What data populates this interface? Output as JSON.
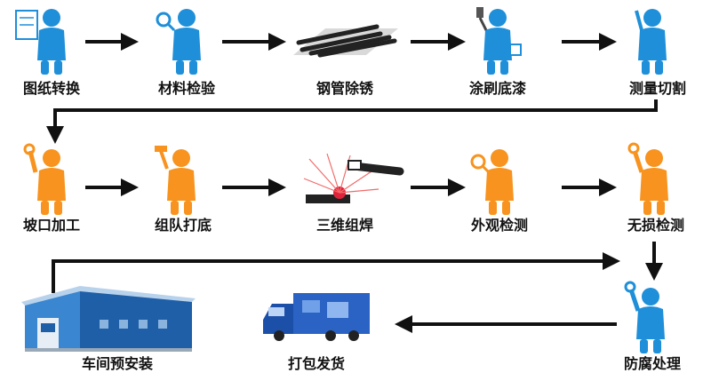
{
  "colors": {
    "blue_worker": "#1e8fd8",
    "orange_worker": "#f7931e",
    "arrow": "#111111",
    "building": "#2f6fb6",
    "truck": "#1c4fa8"
  },
  "steps": [
    {
      "label": "图纸转换",
      "icon": "worker-with-drawing-icon",
      "color": "blue"
    },
    {
      "label": "材料检验",
      "icon": "worker-with-magnifier-icon",
      "color": "blue"
    },
    {
      "label": "钢管除锈",
      "icon": "steel-pipes-icon",
      "color": "none"
    },
    {
      "label": "涂刷底漆",
      "icon": "worker-with-paint-brush-icon",
      "color": "blue"
    },
    {
      "label": "测量切割",
      "icon": "worker-measuring-icon",
      "color": "blue"
    },
    {
      "label": "坡口加工",
      "icon": "worker-with-wrench-icon",
      "color": "orange"
    },
    {
      "label": "组队打底",
      "icon": "worker-with-hammer-icon",
      "color": "orange"
    },
    {
      "label": "三维组焊",
      "icon": "welding-sparks-icon",
      "color": "none"
    },
    {
      "label": "外观检测",
      "icon": "worker-with-magnifier-icon",
      "color": "orange"
    },
    {
      "label": "无损检测",
      "icon": "worker-with-wrench-icon",
      "color": "orange"
    },
    {
      "label": "防腐处理",
      "icon": "worker-with-wrench-icon",
      "color": "blue"
    },
    {
      "label": "打包发货",
      "icon": "delivery-truck-icon",
      "color": "none"
    },
    {
      "label": "车间预安装",
      "icon": "workshop-building-icon",
      "color": "none"
    }
  ]
}
